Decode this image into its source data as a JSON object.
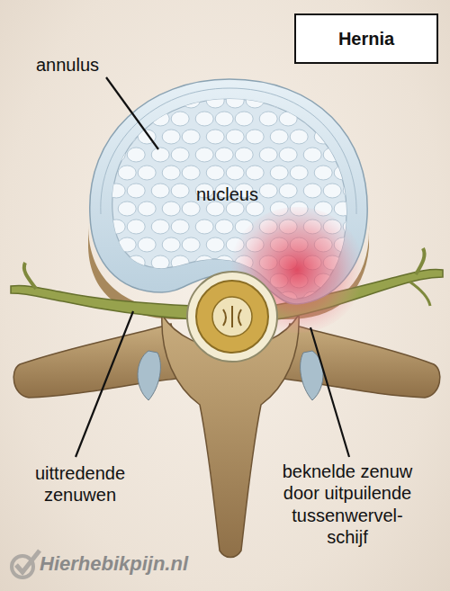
{
  "diagram": {
    "title": "Hernia",
    "labels": [
      "annulus",
      "nucleus",
      "uittredende zenuwen",
      "beknelde zenuw door uitpuilende tussenwervel- schijf",
      "Hierhebikpijn.nl"
    ]
  }
}
